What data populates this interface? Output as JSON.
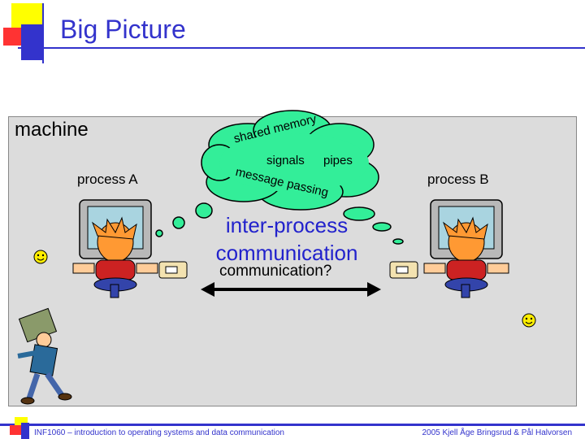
{
  "slide": {
    "title": "Big Picture",
    "machine_label": "machine",
    "process_a": "process A",
    "process_b": "process B",
    "ipc_line1": "inter-process",
    "ipc_line2": "communication",
    "communication_question": "communication?",
    "cloud_items": [
      "shared memory",
      "signals",
      "pipes",
      "message passing"
    ]
  },
  "footer": {
    "left": "INF1060 – introduction to operating systems and data communication",
    "right": "2005  Kjell Åge Bringsrud & Pål Halvorsen"
  },
  "colors": {
    "accent": "#3333cc",
    "cloud": "#33ee99",
    "machine_bg": "#dcdcdc",
    "ipc_text": "#2222cc"
  }
}
